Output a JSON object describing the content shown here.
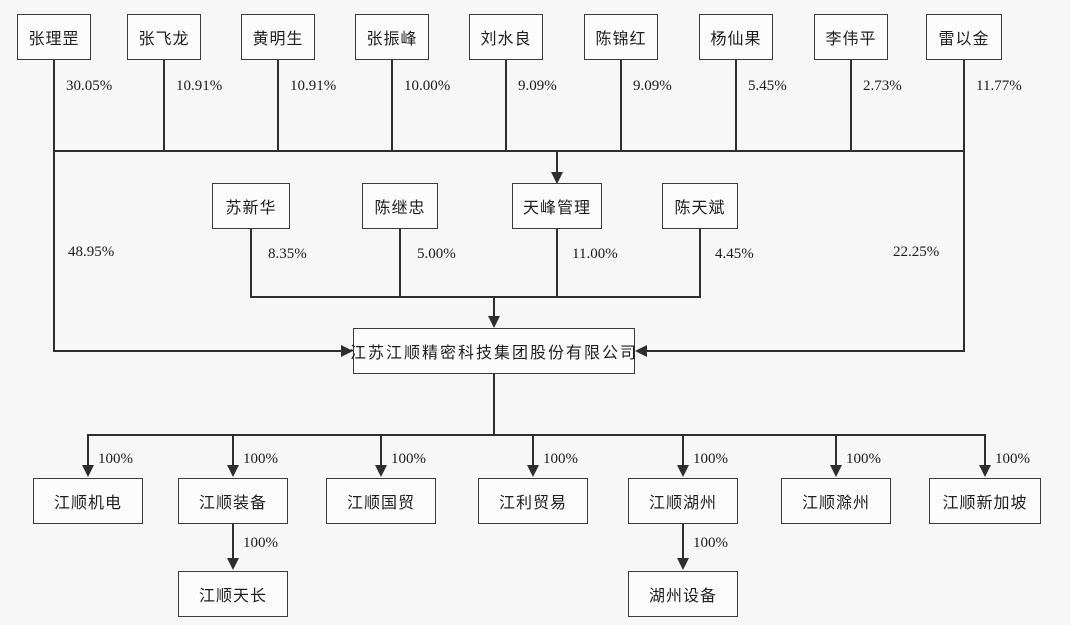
{
  "diagram": {
    "company": {
      "name": "江苏江顺精密科技集团股份有限公司"
    },
    "tier1_shareholders": [
      {
        "name": "张理罡",
        "pct": "30.05%"
      },
      {
        "name": "张飞龙",
        "pct": "10.91%"
      },
      {
        "name": "黄明生",
        "pct": "10.91%"
      },
      {
        "name": "张振峰",
        "pct": "10.00%"
      },
      {
        "name": "刘水良",
        "pct": "9.09%"
      },
      {
        "name": "陈锦红",
        "pct": "9.09%"
      },
      {
        "name": "杨仙果",
        "pct": "5.45%"
      },
      {
        "name": "李伟平",
        "pct": "2.73%"
      },
      {
        "name": "雷以金",
        "pct": "11.77%"
      }
    ],
    "direct_holdings": {
      "left_pct": "48.95%",
      "right_pct": "22.25%"
    },
    "tier2_shareholders": [
      {
        "name": "苏新华",
        "pct": "8.35%"
      },
      {
        "name": "陈继忠",
        "pct": "5.00%"
      },
      {
        "name": "天峰管理",
        "pct": "11.00%"
      },
      {
        "name": "陈天斌",
        "pct": "4.45%"
      }
    ],
    "subsidiaries": [
      {
        "name": "江顺机电",
        "pct": "100%"
      },
      {
        "name": "江顺装备",
        "pct": "100%"
      },
      {
        "name": "江顺国贸",
        "pct": "100%"
      },
      {
        "name": "江利贸易",
        "pct": "100%"
      },
      {
        "name": "江顺湖州",
        "pct": "100%"
      },
      {
        "name": "江顺滁州",
        "pct": "100%"
      },
      {
        "name": "江顺新加坡",
        "pct": "100%"
      }
    ],
    "sub_subsidiaries": [
      {
        "name": "江顺天长",
        "pct": "100%",
        "parent": "江顺装备"
      },
      {
        "name": "湖州设备",
        "pct": "100%",
        "parent": "江顺湖州"
      }
    ],
    "colors": {
      "line": "#2e2e2e",
      "box_border": "#3b3b3b",
      "background": "#f7f7f7"
    }
  }
}
